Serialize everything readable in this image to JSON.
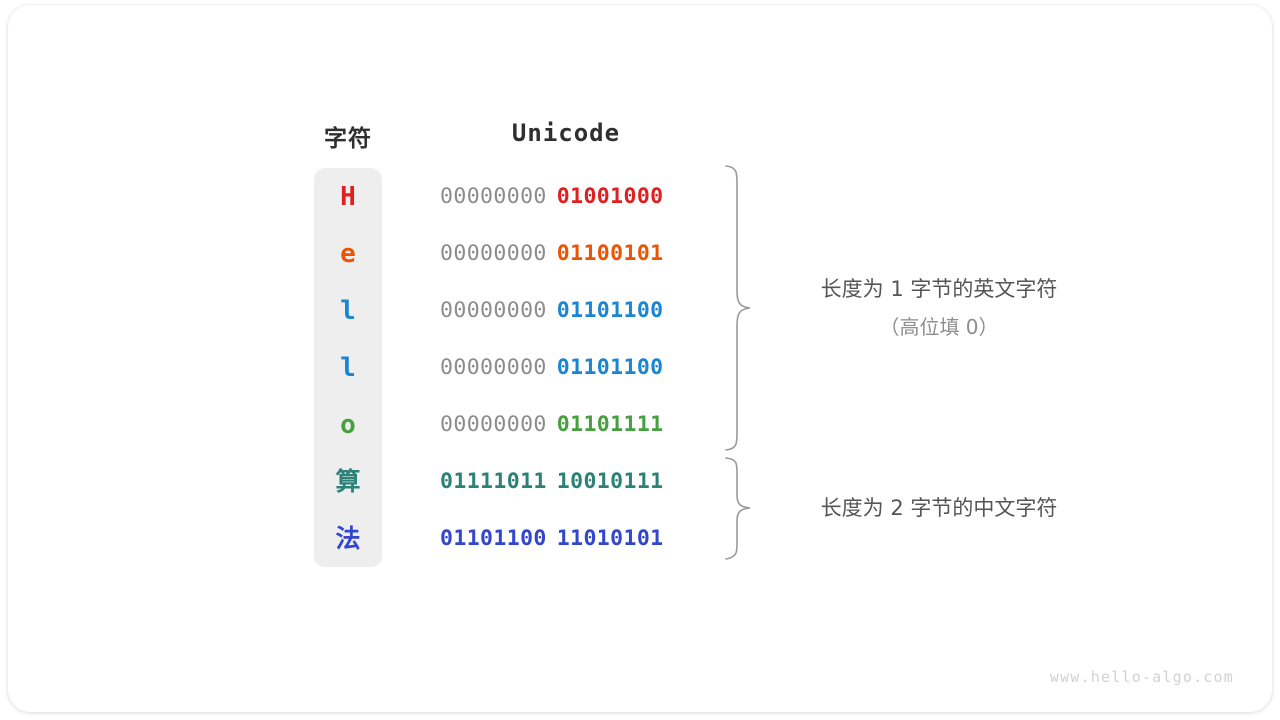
{
  "headers": {
    "character": "字符",
    "unicode": "Unicode"
  },
  "rows": [
    {
      "char": "H",
      "char_color": "#E02020",
      "high_byte": "00000000",
      "low_byte": "01001000",
      "low_color": "#E02020",
      "high_colored": false,
      "cjk": false,
      "group": 1
    },
    {
      "char": "e",
      "char_color": "#EA5404",
      "high_byte": "00000000",
      "low_byte": "01100101",
      "low_color": "#EA5404",
      "high_colored": false,
      "cjk": false,
      "group": 1
    },
    {
      "char": "l",
      "char_color": "#1C85D0",
      "high_byte": "00000000",
      "low_byte": "01101100",
      "low_color": "#1C85D0",
      "high_colored": false,
      "cjk": false,
      "group": 1
    },
    {
      "char": "l",
      "char_color": "#1C85D0",
      "high_byte": "00000000",
      "low_byte": "01101100",
      "low_color": "#1C85D0",
      "high_colored": false,
      "cjk": false,
      "group": 1
    },
    {
      "char": "o",
      "char_color": "#45A03D",
      "high_byte": "00000000",
      "low_byte": "01101111",
      "low_color": "#45A03D",
      "high_colored": false,
      "cjk": false,
      "group": 1
    },
    {
      "char": "算",
      "char_color": "#2C8277",
      "high_byte": "01111011",
      "low_byte": "10010111",
      "low_color": "#2C8277",
      "high_colored": true,
      "cjk": true,
      "group": 2
    },
    {
      "char": "法",
      "char_color": "#3347CC",
      "high_byte": "01101100",
      "low_byte": "11010101",
      "low_color": "#3347CC",
      "high_colored": true,
      "cjk": true,
      "group": 2
    }
  ],
  "annotations": [
    {
      "text": "长度为 1 字节的英文字符",
      "sub": "（高位填 0）"
    },
    {
      "text": "长度为 2 字节的中文字符",
      "sub": ""
    }
  ],
  "watermark": "www.hello-algo.com",
  "colors": {
    "column_background": "#eeeeee",
    "high_byte_gray": "#8c8c8c",
    "brace_gray": "#9a9a9a",
    "annotation_text": "#555555",
    "annotation_sub": "#8e8e8e",
    "header_text": "#2f2f2f",
    "watermark": "#d2d2d2",
    "card_background": "#ffffff"
  }
}
